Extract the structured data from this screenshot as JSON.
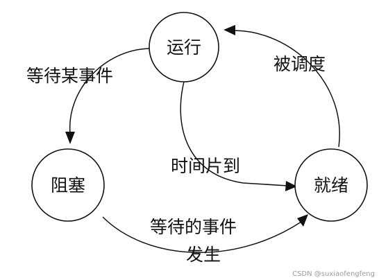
{
  "states": {
    "running": "运行",
    "blocked": "阻塞",
    "ready": "就绪"
  },
  "transitions": {
    "wait_event": "等待某事件",
    "scheduled": "被调度",
    "time_slice_up": "时间片到",
    "event_occurs_line1": "等待的事件",
    "event_occurs_line2": "发生"
  },
  "watermark": "CSDN @suxiaofengfeng"
}
